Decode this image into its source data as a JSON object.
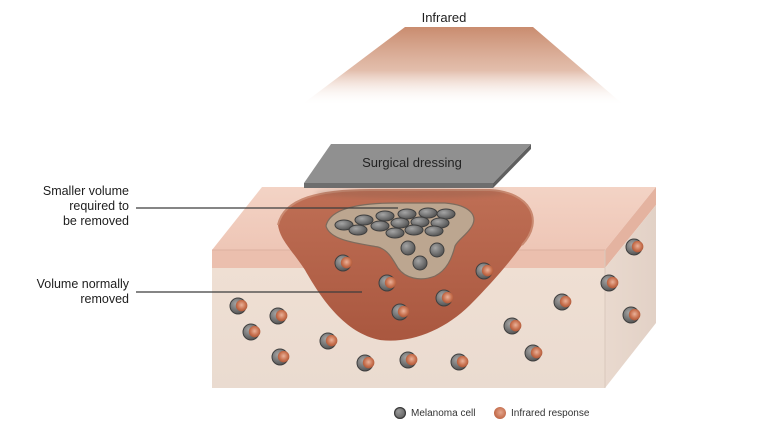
{
  "labels": {
    "infrared": "Infrared",
    "surgical_dressing": "Surgical dressing",
    "smaller_volume": [
      "Smaller volume",
      "required to",
      "be removed"
    ],
    "volume_normally": [
      "Volume normally",
      "removed"
    ]
  },
  "legend": [
    {
      "name": "melanoma-cell",
      "label": "Melanoma cell",
      "color": "#6f6f6f"
    },
    {
      "name": "infrared-response",
      "label": "Infrared response",
      "color": "#c67050"
    }
  ],
  "colors": {
    "infrared_beam": "#c48a6e",
    "skin_top": "#f1ccbd",
    "skin_side": "#efe2d7",
    "dermis_band": "#e9b9a6",
    "excision_volume": "#b4664d",
    "smaller_volume": "#b9a38e",
    "dressing": "#8e8e8e"
  }
}
